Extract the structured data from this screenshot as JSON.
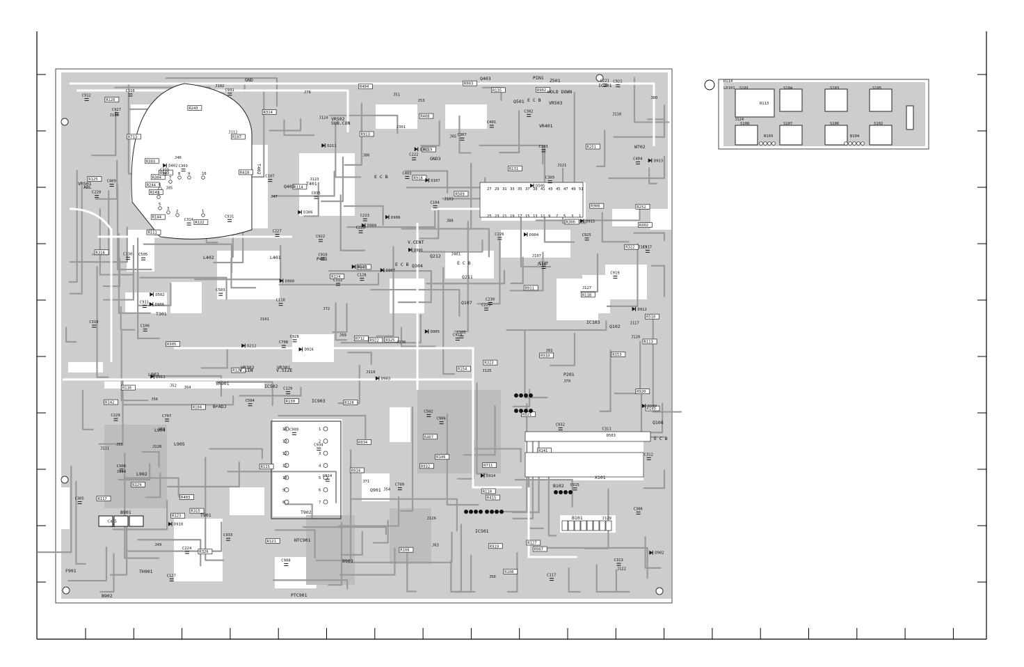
{
  "board_main": {
    "labels": {
      "gnd": "GND",
      "pin1": "PIN1",
      "hold_down": "HOLD DOWN",
      "sub_cont": "SUB.CON",
      "v_lin": "V.LIN",
      "v_size": "V.SIZE",
      "v_cent": "V.CENT",
      "abl": "ABL",
      "b_adj": "B+ADJ",
      "ntc": "NTC901",
      "ptc": "PTC901",
      "gnd3": "GND3"
    },
    "ic": {
      "ic201": "IC201",
      "ic502": "IC502",
      "ic903": "IC903",
      "ic103": "IC103",
      "ic501": "IC501"
    },
    "transformers": {
      "t402": "T402",
      "t401": "T401",
      "t301": "T301",
      "t901": "T901",
      "t902": "T902"
    },
    "transistors": {
      "q403": "Q403",
      "q501": "Q501",
      "q402": "Q402",
      "q901": "Q901",
      "q304": "Q304",
      "q212": "Q212",
      "q211": "Q211",
      "q107": "Q107",
      "q102": "Q102",
      "q108": "Q108"
    },
    "resistors": [
      "R404",
      "R403",
      "R407",
      "R408",
      "R410",
      "R306",
      "R316",
      "R305",
      "R302",
      "R303",
      "R304",
      "R314",
      "R315",
      "R325",
      "R326",
      "R932",
      "R415",
      "R252",
      "R509",
      "R510",
      "R322",
      "R323",
      "R711",
      "R712",
      "R713",
      "R243",
      "R251",
      "R244",
      "R921",
      "R922",
      "R923",
      "R907",
      "R903",
      "R901",
      "R918",
      "R919",
      "R913",
      "R914",
      "R920",
      "R934",
      "R902",
      "R911",
      "R910",
      "R906",
      "R128",
      "R127",
      "R129",
      "R130",
      "R131",
      "R135",
      "R141",
      "R142",
      "R143",
      "R144",
      "R145",
      "R146",
      "R154",
      "R153",
      "R106",
      "R108",
      "R104",
      "R107",
      "R110",
      "R111",
      "R116",
      "R118",
      "R117",
      "R115",
      "R119",
      "R120",
      "R121",
      "R122",
      "R123",
      "R124",
      "R125",
      "R126",
      "R113",
      "R114"
    ],
    "capacitors": [
      "C503",
      "C504",
      "C502",
      "C505",
      "C401",
      "C405",
      "C404",
      "C403",
      "C409",
      "C315",
      "C314",
      "C313",
      "C312",
      "C311",
      "C310",
      "C309",
      "C308",
      "C307",
      "C306",
      "C305",
      "C303",
      "C302",
      "C220",
      "C221",
      "C222",
      "C223",
      "C224",
      "C225",
      "C226",
      "C227",
      "C228",
      "C229",
      "C230",
      "C931",
      "C932",
      "C906",
      "C908",
      "C909",
      "C910",
      "C911",
      "C912",
      "C914",
      "C915",
      "C916",
      "C917",
      "C919",
      "C921",
      "C922",
      "C923",
      "C925",
      "C927",
      "C928",
      "C931",
      "C933",
      "C934",
      "C935",
      "C107",
      "C106",
      "C105",
      "C104",
      "C103",
      "C110",
      "C112",
      "C117",
      "C119",
      "C127",
      "C128",
      "C129",
      "C130",
      "C707",
      "C708",
      "C709"
    ],
    "diodes": [
      "D402",
      "D502",
      "D503",
      "D505",
      "D109",
      "D110",
      "D211",
      "D212",
      "D305",
      "D306",
      "D900",
      "D901",
      "D902",
      "D903",
      "D904",
      "D905",
      "D906",
      "D907",
      "D908",
      "D909",
      "D910",
      "D911",
      "D912",
      "D913",
      "D914",
      "D915",
      "D916",
      "D107"
    ],
    "coils": [
      "L402",
      "L401",
      "L903",
      "L904",
      "L902",
      "L905"
    ],
    "jumpers": [
      "J301",
      "J401",
      "J46",
      "J47",
      "J49",
      "J50",
      "J51",
      "J52",
      "J53",
      "J54",
      "J55",
      "J56",
      "J63",
      "J64",
      "J65",
      "J69",
      "J70",
      "J71",
      "J72",
      "J78",
      "J80",
      "J81",
      "J85",
      "J86",
      "J88",
      "J99",
      "J101",
      "J102",
      "J103",
      "J107",
      "J110",
      "J111",
      "J112",
      "J114",
      "J115",
      "J116",
      "J117",
      "J118",
      "J119",
      "J120",
      "J121",
      "J122",
      "J123",
      "J124",
      "J125",
      "J126",
      "J127",
      "J128",
      "J129",
      "J130"
    ],
    "misc": {
      "f901": "F901",
      "b901": "B901",
      "b902": "B902",
      "b903": "B903",
      "b101": "B101",
      "b102": "B102",
      "p401": "P401",
      "p201": "P201",
      "vr301": "VR301",
      "vr302": "VR302",
      "vr501": "VR501",
      "vr503": "VR503",
      "vr401": "VR401",
      "vr502": "VR502",
      "vr901": "VR901",
      "x101": "X101",
      "z501": "Z501",
      "w702": "W702",
      "th901": "TH901",
      "s101": "S101"
    },
    "pin_numbers_t402": [
      "6",
      "7",
      "8",
      "9",
      "10",
      "4",
      "5",
      "2",
      "3",
      "1"
    ],
    "pin_numbers_t902": [
      "14",
      "13",
      "12",
      "11",
      "10",
      "9",
      "8",
      "1",
      "2",
      "3",
      "4",
      "5",
      "6",
      "7"
    ],
    "pin_numbers_ic201": [
      "27",
      "29",
      "31",
      "33",
      "35",
      "37",
      "39",
      "41",
      "43",
      "45",
      "47",
      "49",
      "51",
      "25",
      "23",
      "21",
      "19",
      "17",
      "15",
      "13",
      "11",
      "9",
      "7",
      "5",
      "3",
      "1"
    ],
    "ecb": "E C B"
  },
  "board_sub": {
    "labels": [
      "S101",
      "S104",
      "S103",
      "S105",
      "S102",
      "S106",
      "S107",
      "S108",
      "B103",
      "B104",
      "J124",
      "R114",
      "LD101",
      "R113"
    ]
  }
}
